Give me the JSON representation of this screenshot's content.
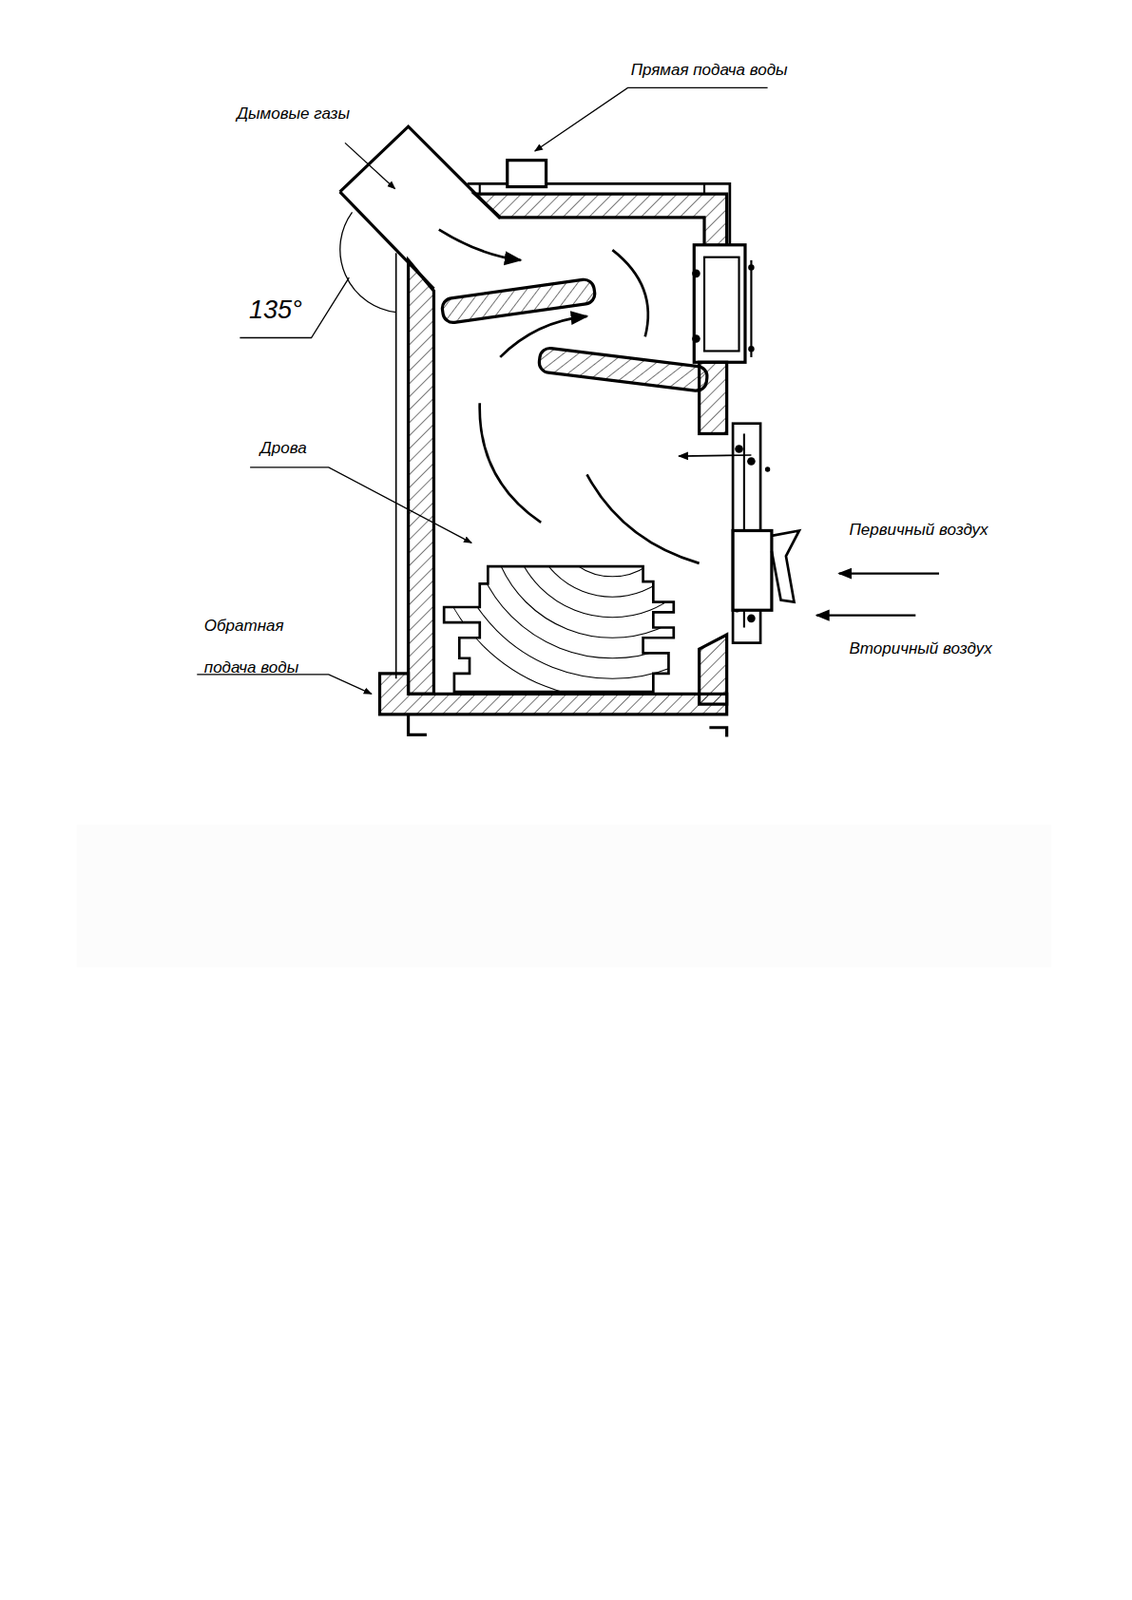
{
  "diagram": {
    "labels": [
      "Прямая подача воды",
      "Дымовые газы",
      "135°",
      "Дрова",
      "Обратная подача воды",
      "Первичный воздух",
      "Вторичный воздух"
    ]
  }
}
